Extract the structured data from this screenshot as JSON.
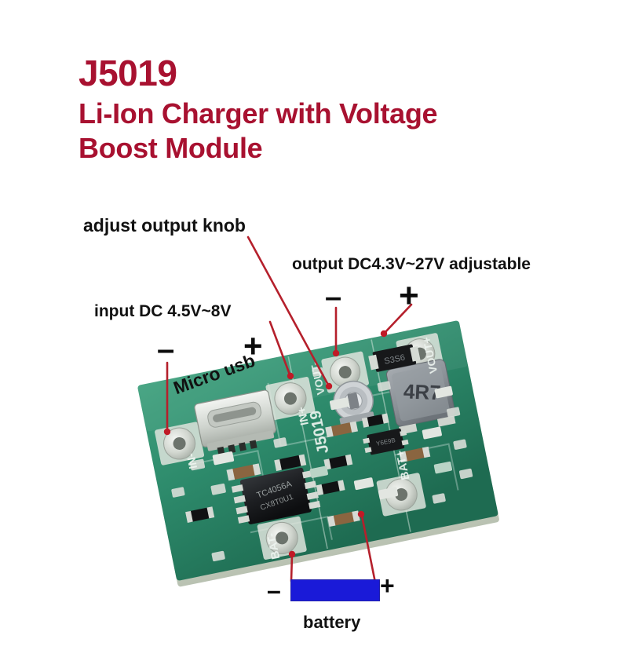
{
  "title": {
    "model": "J5019",
    "line1": "Li-Ion Charger with Voltage",
    "line2": "Boost Module",
    "color": "#a81130"
  },
  "callouts": {
    "adjust_knob": "adjust output knob",
    "output_spec": "output DC4.3V~27V adjustable",
    "input_spec": "input DC 4.5V~8V",
    "micro_usb": "Micro usb",
    "battery": "battery"
  },
  "polarity": {
    "input_minus": "–",
    "input_plus": "+",
    "output_minus": "–",
    "output_plus": "+",
    "battery_minus": "–",
    "battery_plus": "+"
  },
  "battery_graphic": {
    "color": "#1a1ad8",
    "label": "battery"
  },
  "board": {
    "silkscreen": {
      "part_number": "J5019",
      "pad_in_minus": "IN-",
      "pad_in_plus": "IN+",
      "pad_vout_minus": "VOUT-",
      "pad_vout_plus": "VOUT+",
      "pad_bat_minus": "BAT-",
      "pad_bat_plus": "BAT+"
    },
    "components": {
      "charger_ic": "TC4056A",
      "charger_ic_line2": "CX8T0U1",
      "inductor": "4R7",
      "diode": "S3S6",
      "usb_connector": "Micro usb",
      "trimmer": "adjust knob"
    },
    "colors": {
      "pcb_green": "#2f8f70",
      "pcb_green_dark": "#1f6b52",
      "pcb_edge": "#cfd8c8",
      "pad_silver": "#d8dcd6",
      "ic_black": "#1b1b1b",
      "inductor_grey": "#8d9298",
      "usb_silver": "#d4d8d4"
    }
  },
  "pointers": {
    "count": 8,
    "color": "#b5202c",
    "targets": [
      "adjust-knob-trimmer",
      "vout-minus-pad",
      "vout-plus-pad",
      "in-minus-pad",
      "in-plus-pad",
      "bat-minus-pad",
      "bat-plus-pad"
    ]
  }
}
